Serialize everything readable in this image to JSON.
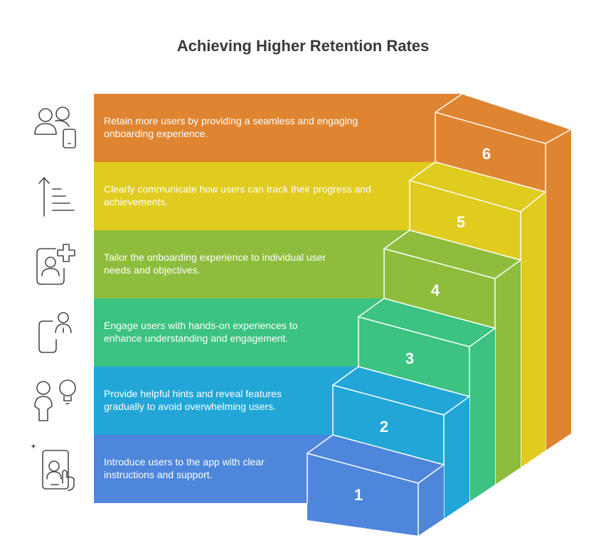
{
  "title": "Achieving Higher Retention Rates",
  "steps": [
    {
      "number": "1",
      "text_line1": "Introduce users to the app with clear",
      "text_line2": "instructions and support.",
      "color": "#4E86DC",
      "icon": "touch-phone-user-icon"
    },
    {
      "number": "2",
      "text_line1": "Provide helpful hints and reveal features",
      "text_line2": "gradually to avoid overwhelming users.",
      "color": "#22A6D8",
      "icon": "person-lightbulb-icon"
    },
    {
      "number": "3",
      "text_line1": "Engage users with hands-on experiences to",
      "text_line2": "enhance understanding and engagement.",
      "color": "#3CC281",
      "icon": "phone-person-icon"
    },
    {
      "number": "4",
      "text_line1": "Tailor the onboarding experience to individual user",
      "text_line2": "needs and objectives.",
      "color": "#8EBD3E",
      "icon": "add-user-profile-icon"
    },
    {
      "number": "5",
      "text_line1": "Clearly communicate how users can track their progress and",
      "text_line2": "achievements.",
      "color": "#E0CB1F",
      "icon": "progress-list-icon"
    },
    {
      "number": "6",
      "text_line1": "Retain more users by providing a seamless and engaging",
      "text_line2": "onboarding experience.",
      "color": "#DF8531",
      "icon": "users-mobile-icon"
    }
  ]
}
